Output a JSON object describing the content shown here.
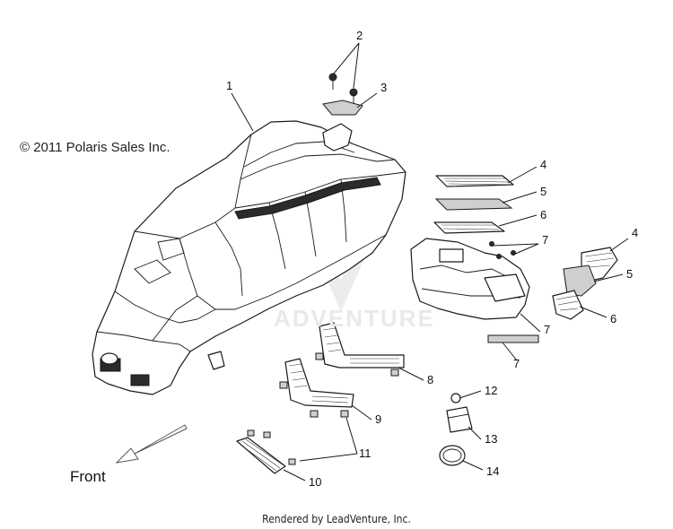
{
  "copyright": "© 2011 Polaris Sales Inc.",
  "rendered_by": "Rendered by LeadVenture, Inc.",
  "watermark": "ADVENTURE",
  "front_label": "Front",
  "callouts": [
    "1",
    "2",
    "3",
    "4",
    "5",
    "6",
    "7",
    "7",
    "7",
    "4",
    "5",
    "6",
    "8",
    "9",
    "10",
    "11",
    "12",
    "13",
    "14"
  ]
}
